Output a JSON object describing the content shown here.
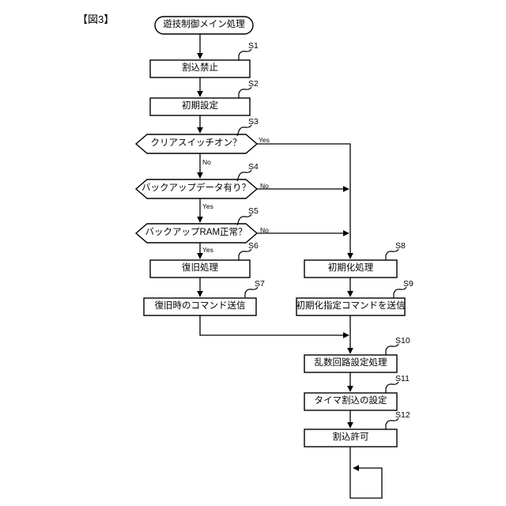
{
  "figure": {
    "label": "【図3】",
    "title": "遊技制御メイン処理"
  },
  "nodes": [
    {
      "id": "start",
      "shape": "terminator",
      "text": "遊技制御メイン処理",
      "step": ""
    },
    {
      "id": "s1",
      "shape": "process",
      "text": "割込禁止",
      "step": "S1"
    },
    {
      "id": "s2",
      "shape": "process",
      "text": "初期設定",
      "step": "S2"
    },
    {
      "id": "s3",
      "shape": "decision",
      "text": "クリアスイッチオン？",
      "step": "S3"
    },
    {
      "id": "s4",
      "shape": "decision",
      "text": "バックアップデータ有り？",
      "step": "S4"
    },
    {
      "id": "s5",
      "shape": "decision",
      "text": "バックアップRAM正常？",
      "step": "S5"
    },
    {
      "id": "s6",
      "shape": "process",
      "text": "復旧処理",
      "step": "S6"
    },
    {
      "id": "s7",
      "shape": "process",
      "text": "復旧時のコマンド送信",
      "step": "S7"
    },
    {
      "id": "s8",
      "shape": "process",
      "text": "初期化処理",
      "step": "S8"
    },
    {
      "id": "s9",
      "shape": "process",
      "text": "初期化指定コマンドを送信",
      "step": "S9"
    },
    {
      "id": "s10",
      "shape": "process",
      "text": "乱数回路設定処理",
      "step": "S10"
    },
    {
      "id": "s11",
      "shape": "process",
      "text": "タイマ割込の設定",
      "step": "S11"
    },
    {
      "id": "s12",
      "shape": "process",
      "text": "割込許可",
      "step": "S12"
    }
  ],
  "edge_labels": {
    "s3_yes": "Yes",
    "s3_no": "No",
    "s4_no": "No",
    "s4_yes": "Yes",
    "s5_no": "No",
    "s5_yes": "Yes"
  },
  "colors": {
    "stroke": "#000000",
    "background": "#ffffff",
    "text": "#000000"
  }
}
